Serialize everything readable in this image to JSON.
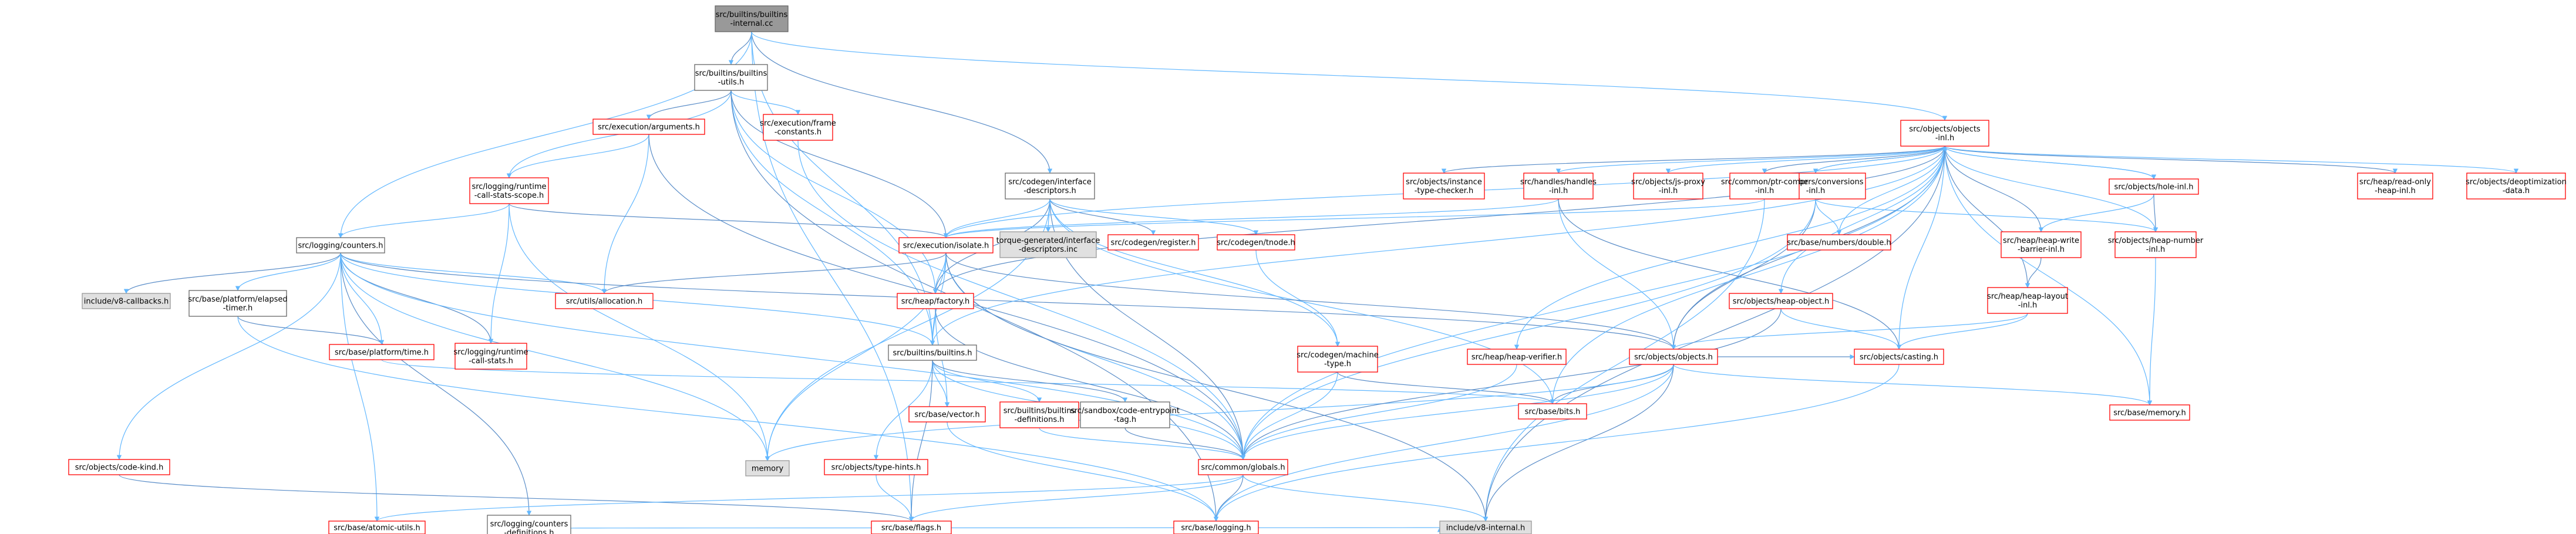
{
  "colors": {
    "root_fill": "#999999",
    "root_stroke": "#666666",
    "normal_fill": "#ffffff",
    "red_stroke": "#ff0000",
    "gray_stroke": "#999999",
    "black_stroke": "#666666",
    "dark_fill": "#e0e0e0",
    "edge_blue": "#63b8ff",
    "edge_steel": "#5a8dc8"
  },
  "nodes": [
    {
      "id": "root",
      "lines": [
        "src/builtins/builtins",
        "-internal.cc"
      ],
      "style": "root"
    },
    {
      "id": "bu",
      "lines": [
        "src/builtins/builtins",
        "-utils.h"
      ],
      "style": "black"
    },
    {
      "id": "args",
      "lines": [
        "src/execution/arguments.h"
      ],
      "style": "red"
    },
    {
      "id": "frameconst",
      "lines": [
        "src/execution/frame",
        "-constants.h"
      ],
      "style": "red"
    },
    {
      "id": "rcs",
      "lines": [
        "src/logging/runtime",
        "-call-stats-scope.h"
      ],
      "style": "red"
    },
    {
      "id": "counters",
      "lines": [
        "src/logging/counters.h"
      ],
      "style": "black"
    },
    {
      "id": "v8cb",
      "lines": [
        "include/v8-callbacks.h"
      ],
      "style": "gray"
    },
    {
      "id": "elapsed",
      "lines": [
        "src/base/platform/elapsed",
        "-timer.h"
      ],
      "style": "black"
    },
    {
      "id": "ptime",
      "lines": [
        "src/base/platform/time.h"
      ],
      "style": "red"
    },
    {
      "id": "rcstats",
      "lines": [
        "src/logging/runtime",
        "-call-stats.h"
      ],
      "style": "red"
    },
    {
      "id": "alloc",
      "lines": [
        "src/utils/allocation.h"
      ],
      "style": "red"
    },
    {
      "id": "codekind",
      "lines": [
        "src/objects/code-kind.h"
      ],
      "style": "red"
    },
    {
      "id": "cntdef",
      "lines": [
        "src/logging/counters",
        "-definitions.h"
      ],
      "style": "black"
    },
    {
      "id": "atomic",
      "lines": [
        "src/base/atomic-utils.h"
      ],
      "style": "red"
    },
    {
      "id": "cid",
      "lines": [
        "src/codegen/interface",
        "-descriptors.h"
      ],
      "style": "black"
    },
    {
      "id": "torque",
      "lines": [
        "torque-generated/interface",
        "-descriptors.inc"
      ],
      "style": "gray"
    },
    {
      "id": "creg",
      "lines": [
        "src/codegen/register.h"
      ],
      "style": "red"
    },
    {
      "id": "tnode",
      "lines": [
        "src/codegen/tnode.h"
      ],
      "style": "red"
    },
    {
      "id": "isolate",
      "lines": [
        "src/execution/isolate.h"
      ],
      "style": "red"
    },
    {
      "id": "factory",
      "lines": [
        "src/heap/factory.h"
      ],
      "style": "red"
    },
    {
      "id": "bh",
      "lines": [
        "src/builtins/builtins.h"
      ],
      "style": "black"
    },
    {
      "id": "vector",
      "lines": [
        "src/base/vector.h"
      ],
      "style": "red"
    },
    {
      "id": "bdefs",
      "lines": [
        "src/builtins/builtins",
        "-definitions.h"
      ],
      "style": "red"
    },
    {
      "id": "sandbox",
      "lines": [
        "src/sandbox/code-entrypoint",
        "-tag.h"
      ],
      "style": "black"
    },
    {
      "id": "typehints",
      "lines": [
        "src/objects/type-hints.h"
      ],
      "style": "red"
    },
    {
      "id": "memory",
      "lines": [
        "memory"
      ],
      "style": "gray"
    },
    {
      "id": "globals",
      "lines": [
        "src/common/globals.h"
      ],
      "style": "red"
    },
    {
      "id": "flags",
      "lines": [
        "src/base/flags.h"
      ],
      "style": "red"
    },
    {
      "id": "logging",
      "lines": [
        "src/base/logging.h"
      ],
      "style": "red"
    },
    {
      "id": "v8int",
      "lines": [
        "include/v8-internal.h"
      ],
      "style": "gray"
    },
    {
      "id": "machtype",
      "lines": [
        "src/codegen/machine",
        "-type.h"
      ],
      "style": "red"
    },
    {
      "id": "bits",
      "lines": [
        "src/base/bits.h"
      ],
      "style": "red"
    },
    {
      "id": "heapverif",
      "lines": [
        "src/heap/heap-verifier.h"
      ],
      "style": "red"
    },
    {
      "id": "objects",
      "lines": [
        "src/objects/objects.h"
      ],
      "style": "red"
    },
    {
      "id": "casting",
      "lines": [
        "src/objects/casting.h"
      ],
      "style": "red"
    },
    {
      "id": "bmem",
      "lines": [
        "src/base/memory.h"
      ],
      "style": "red"
    },
    {
      "id": "heapobj",
      "lines": [
        "src/objects/heap-object.h"
      ],
      "style": "red"
    },
    {
      "id": "layout",
      "lines": [
        "src/heap/heap-layout",
        "-inl.h"
      ],
      "style": "red"
    },
    {
      "id": "wbarrier",
      "lines": [
        "src/heap/heap-write",
        "-barrier-inl.h"
      ],
      "style": "red"
    },
    {
      "id": "hnum",
      "lines": [
        "src/objects/heap-number",
        "-inl.h"
      ],
      "style": "red"
    },
    {
      "id": "ninl",
      "lines": [
        "src/numbers/conversions",
        "-inl.h"
      ],
      "style": "red"
    },
    {
      "id": "ndouble",
      "lines": [
        "src/base/numbers/double.h"
      ],
      "style": "red"
    },
    {
      "id": "handles",
      "lines": [
        "src/handles/handles",
        "-inl.h"
      ],
      "style": "red"
    },
    {
      "id": "jsproxy",
      "lines": [
        "src/objects/js-proxy",
        "-inl.h"
      ],
      "style": "red"
    },
    {
      "id": "ptrcompr",
      "lines": [
        "src/common/ptr-compr",
        "-inl.h"
      ],
      "style": "red"
    },
    {
      "id": "itc",
      "lines": [
        "src/objects/instance",
        "-type-checker.h"
      ],
      "style": "red"
    },
    {
      "id": "oinl",
      "lines": [
        "src/objects/objects",
        "-inl.h"
      ],
      "style": "red"
    },
    {
      "id": "hole",
      "lines": [
        "src/objects/hole-inl.h"
      ],
      "style": "red"
    },
    {
      "id": "rodheap",
      "lines": [
        "src/heap/read-only",
        "-heap-inl.h"
      ],
      "style": "red"
    },
    {
      "id": "deopt",
      "lines": [
        "src/objects/deoptimization",
        "-data.h"
      ],
      "style": "red"
    }
  ]
}
